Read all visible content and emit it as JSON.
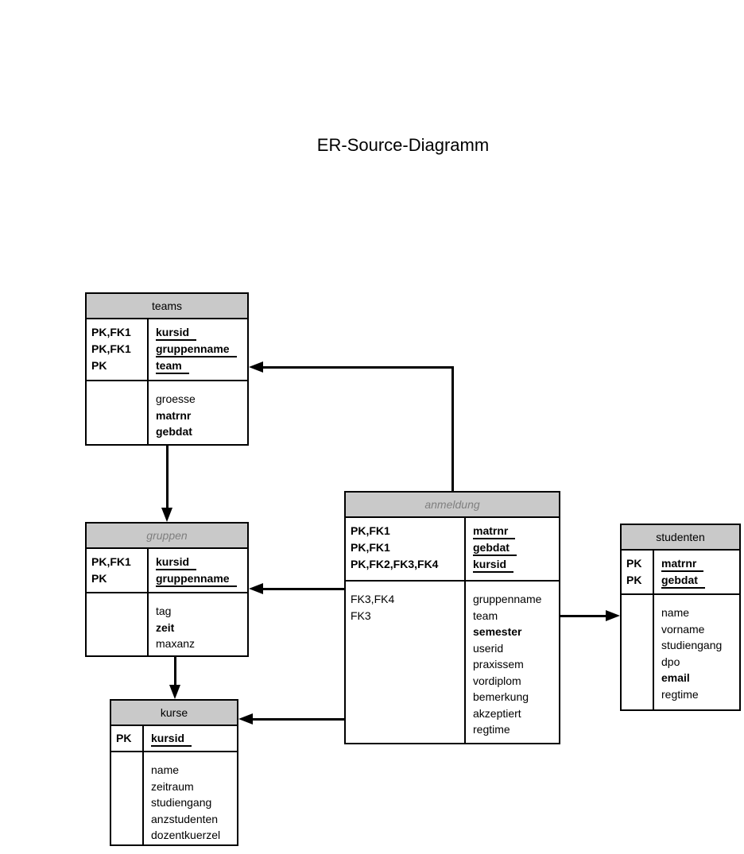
{
  "title": "ER-Source-Diagramm",
  "colors": {
    "table_header_bg": "#c9c9c9",
    "table_border": "#000000",
    "connector": "#000000",
    "italic_header_text": "#7f7f7f"
  },
  "tables": {
    "teams": {
      "name": "teams",
      "header_italic": false,
      "keys": [
        {
          "label": "PK,FK1",
          "field": "kursid"
        },
        {
          "label": "PK,FK1",
          "field": "gruppenname"
        },
        {
          "label": "PK",
          "field": "team"
        }
      ],
      "fk_labels": [],
      "attributes": [
        {
          "name": "groesse",
          "bold": false
        },
        {
          "name": "matrnr",
          "bold": true
        },
        {
          "name": "gebdat",
          "bold": true
        }
      ]
    },
    "gruppen": {
      "name": "gruppen",
      "header_italic": true,
      "keys": [
        {
          "label": "PK,FK1",
          "field": "kursid"
        },
        {
          "label": "PK",
          "field": "gruppenname"
        }
      ],
      "fk_labels": [],
      "attributes": [
        {
          "name": "tag",
          "bold": false
        },
        {
          "name": "zeit",
          "bold": true
        },
        {
          "name": "maxanz",
          "bold": false
        }
      ]
    },
    "kurse": {
      "name": "kurse",
      "header_italic": false,
      "keys": [
        {
          "label": "PK",
          "field": "kursid"
        }
      ],
      "fk_labels": [],
      "attributes": [
        {
          "name": "name",
          "bold": false
        },
        {
          "name": "zeitraum",
          "bold": false
        },
        {
          "name": "studiengang",
          "bold": false
        },
        {
          "name": "anzstudenten",
          "bold": false
        },
        {
          "name": "dozentkuerzel",
          "bold": false
        }
      ]
    },
    "anmeldung": {
      "name": "anmeldung",
      "header_italic": true,
      "keys": [
        {
          "label": "PK,FK1",
          "field": "matrnr"
        },
        {
          "label": "PK,FK1",
          "field": "gebdat"
        },
        {
          "label": "PK,FK2,FK3,FK4",
          "field": "kursid"
        }
      ],
      "fk_labels": [
        "FK3,FK4",
        "FK3"
      ],
      "attributes": [
        {
          "name": "gruppenname",
          "bold": false
        },
        {
          "name": "team",
          "bold": false
        },
        {
          "name": "semester",
          "bold": true
        },
        {
          "name": "userid",
          "bold": false
        },
        {
          "name": "praxissem",
          "bold": false
        },
        {
          "name": "vordiplom",
          "bold": false
        },
        {
          "name": "bemerkung",
          "bold": false
        },
        {
          "name": "akzeptiert",
          "bold": false
        },
        {
          "name": "regtime",
          "bold": false
        }
      ]
    },
    "studenten": {
      "name": "studenten",
      "header_italic": false,
      "keys": [
        {
          "label": "PK",
          "field": "matrnr"
        },
        {
          "label": "PK",
          "field": "gebdat"
        }
      ],
      "fk_labels": [],
      "attributes": [
        {
          "name": "name",
          "bold": false
        },
        {
          "name": "vorname",
          "bold": false
        },
        {
          "name": "studiengang",
          "bold": false
        },
        {
          "name": "dpo",
          "bold": false
        },
        {
          "name": "email",
          "bold": true
        },
        {
          "name": "regtime",
          "bold": false
        }
      ]
    }
  },
  "connectors": [
    {
      "id": "anmeldung-teams",
      "from": "anmeldung",
      "to": "teams"
    },
    {
      "id": "teams-gruppen",
      "from": "teams",
      "to": "gruppen"
    },
    {
      "id": "gruppen-kurse",
      "from": "gruppen",
      "to": "kurse"
    },
    {
      "id": "anmeldung-gruppen",
      "from": "anmeldung",
      "to": "gruppen"
    },
    {
      "id": "anmeldung-kurse",
      "from": "anmeldung",
      "to": "kurse"
    },
    {
      "id": "anmeldung-studenten",
      "from": "anmeldung",
      "to": "studenten"
    }
  ]
}
